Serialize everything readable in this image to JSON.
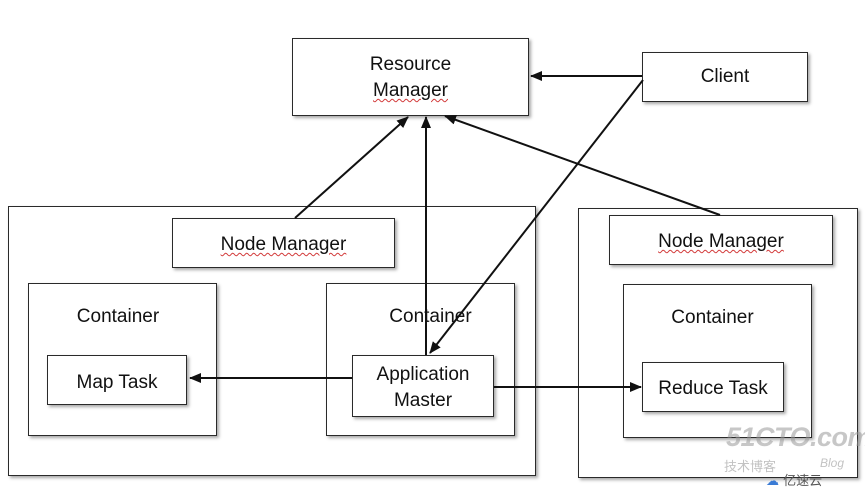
{
  "resource_manager": {
    "line1": "Resource",
    "line2": "Manager"
  },
  "client": {
    "label": "Client"
  },
  "node_left": {
    "node_manager": "Node Manager",
    "container_a": {
      "title": "Container",
      "task": "Map Task"
    },
    "container_b": {
      "title": "Container",
      "task_line1": "Application",
      "task_line2": "Master"
    }
  },
  "node_right": {
    "node_manager": "Node Manager",
    "container": {
      "title": "Container",
      "task": "Reduce Task"
    }
  },
  "watermark": {
    "logo": "51CTO.com",
    "subtitle": "技术博客",
    "blog": "Blog",
    "badge": "亿速云"
  },
  "colors": {
    "line": "#111111",
    "box_border": "#2a2a2a",
    "squiggle": "#d23a3a"
  }
}
